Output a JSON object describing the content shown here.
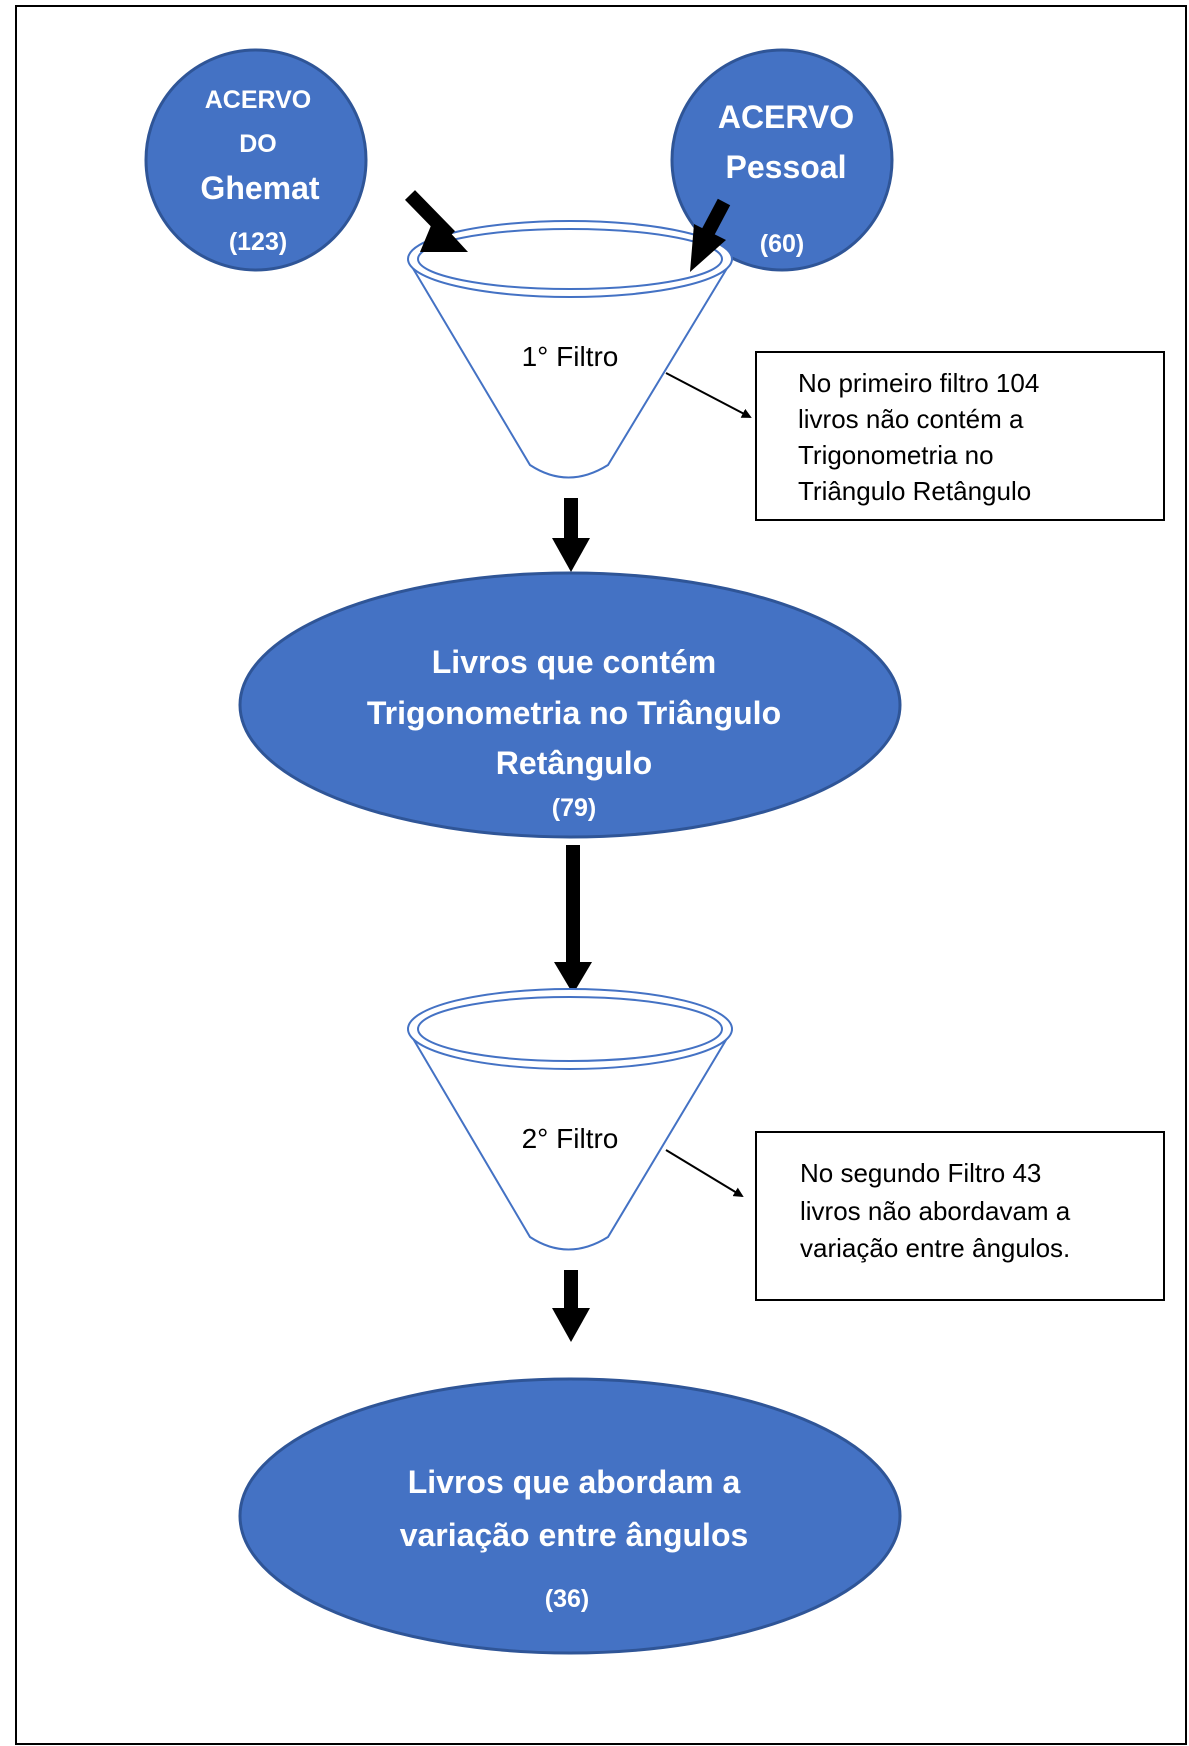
{
  "colors": {
    "node_fill": "#4472C4",
    "node_stroke": "#2F5597",
    "node_text": "#FFFFFF",
    "funnel_stroke": "#4472C4",
    "arrow": "#000000",
    "frame": "#000000"
  },
  "sources": {
    "ghemat": {
      "line1": "ACERVO",
      "line2": "DO",
      "line3": "Ghemat",
      "count": "(123)"
    },
    "pessoal": {
      "line1": "ACERVO",
      "line2": "Pessoal",
      "count": "(60)"
    }
  },
  "filter1": {
    "label": "1° Filtro",
    "note": [
      "No primeiro filtro 104",
      "livros não contém a",
      "Trigonometria no",
      "Triângulo Retângulo"
    ]
  },
  "result1": {
    "lines": [
      "Livros que contém",
      "Trigonometria no Triângulo",
      "Retângulo"
    ],
    "count": "(79)"
  },
  "filter2": {
    "label": "2° Filtro",
    "note": [
      "No segundo Filtro 43",
      "livros não abordavam a",
      "variação entre ângulos."
    ]
  },
  "result2": {
    "lines": [
      "Livros que abordam a",
      "variação entre ângulos"
    ],
    "count": "(36)"
  }
}
